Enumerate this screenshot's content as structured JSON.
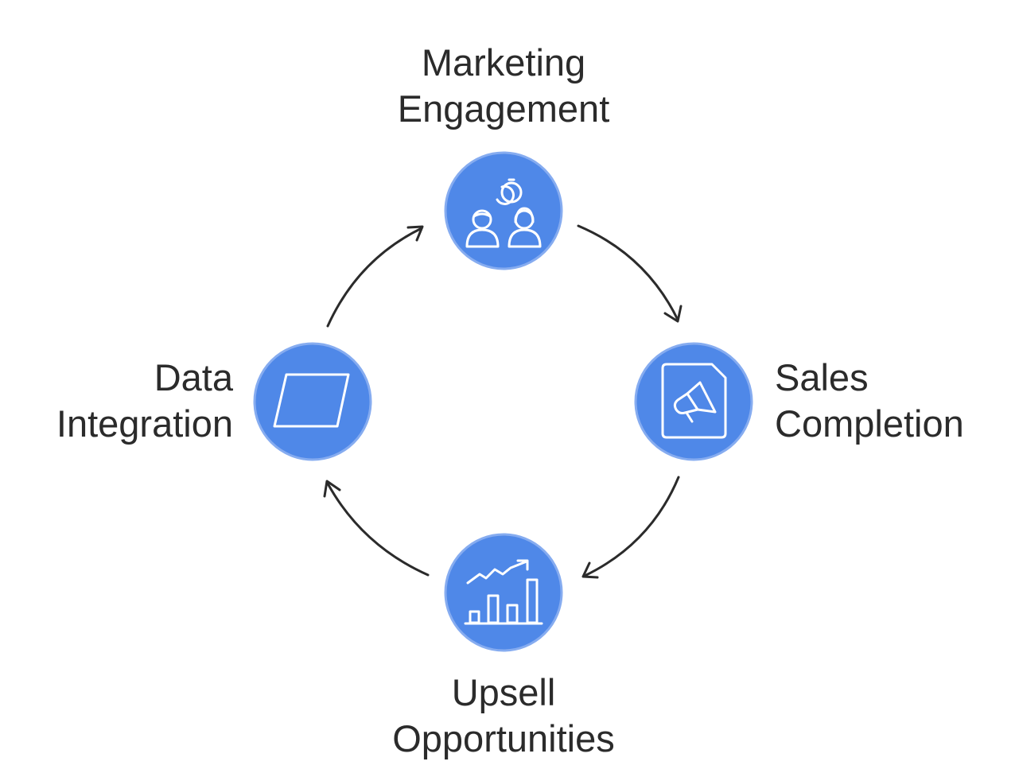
{
  "diagram": {
    "type": "cycle",
    "colors": {
      "node_fill": "#4F88E8",
      "node_ring": "#86ACF0",
      "arrow": "#2b2b2b",
      "text": "#2b2b2b"
    },
    "steps": [
      {
        "id": "marketing",
        "lines": [
          "Marketing",
          "Engagement"
        ],
        "icon": "people-connect-icon"
      },
      {
        "id": "sales",
        "lines": [
          "Sales",
          "Completion"
        ],
        "icon": "megaphone-document-icon"
      },
      {
        "id": "upsell",
        "lines": [
          "Upsell",
          "Opportunities"
        ],
        "icon": "growth-chart-icon"
      },
      {
        "id": "data",
        "lines": [
          "Data",
          "Integration"
        ],
        "icon": "parallelogram-icon"
      }
    ]
  }
}
